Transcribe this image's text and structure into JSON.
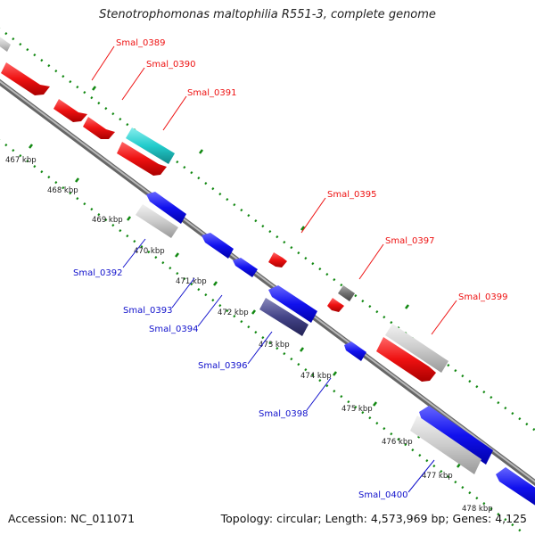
{
  "title": "Stenotrophomonas maltophilia R551-3, complete genome",
  "footer": {
    "accession": "Accession: NC_011071",
    "summary": "Topology: circular; Length: 4,573,969 bp; Genes: 4,125"
  },
  "colors": {
    "forward_gene": "#ee1111",
    "reverse_gene": "#1111ee",
    "rna": "#22cccc",
    "pseudo": "#cccccc",
    "other": "#707070",
    "dark_blue": "#444488",
    "axis": "#999999",
    "tick": "#118811"
  },
  "ticks": [
    {
      "label": "467 kbp"
    },
    {
      "label": "468 kbp"
    },
    {
      "label": "469 kbp"
    },
    {
      "label": "470 kbp"
    },
    {
      "label": "471 kbp"
    },
    {
      "label": "472 kbp"
    },
    {
      "label": "473 kbp"
    },
    {
      "label": "474 kbp"
    },
    {
      "label": "475 kbp"
    },
    {
      "label": "476 kbp"
    },
    {
      "label": "477 kbp"
    },
    {
      "label": "478 kbp"
    }
  ],
  "gene_labels": {
    "forward": [
      "Smal_0389",
      "Smal_0390",
      "Smal_0391",
      "Smal_0395",
      "Smal_0397",
      "Smal_0399"
    ],
    "reverse": [
      "Smal_0392",
      "Smal_0393",
      "Smal_0394",
      "Smal_0396",
      "Smal_0398",
      "Smal_0400"
    ]
  }
}
